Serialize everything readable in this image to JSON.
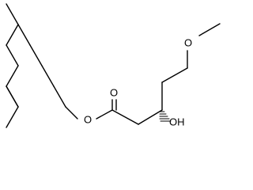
{
  "atoms": {
    "ether_oxygen_label": "O",
    "ester_oxygen_label": "O",
    "carbonyl_oxygen_label": "O",
    "hydroxyl_label": "OH"
  },
  "stereocenter": {
    "wedge_type": "hashed"
  },
  "colors": {
    "line": "#000000",
    "background": "#ffffff"
  }
}
